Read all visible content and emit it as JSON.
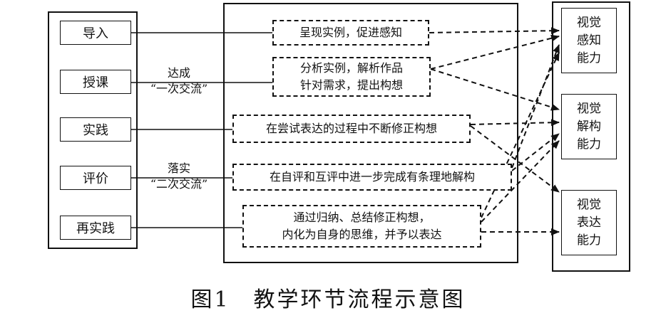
{
  "stages": [
    "导入",
    "授课",
    "实践",
    "评价",
    "再实践"
  ],
  "links": [
    {
      "line1": "达成",
      "line2": "“一次交流”"
    },
    {
      "line1": "落实",
      "line2": "“二次交流”"
    }
  ],
  "activities": [
    {
      "lines": [
        "呈现实例，促进感知"
      ]
    },
    {
      "lines": [
        "分析实例，解析作品",
        "针对需求，提出构想"
      ]
    },
    {
      "lines": [
        "在尝试表达的过程中不断修正构想"
      ]
    },
    {
      "lines": [
        "在自评和互评中进一步完成有条理地解构"
      ]
    },
    {
      "lines": [
        "通过归纳、总结修正构想，",
        "内化为自身的思维，并予以表达"
      ]
    }
  ],
  "abilities": [
    {
      "lines": [
        "视觉",
        "感知",
        "能力"
      ]
    },
    {
      "lines": [
        "视觉",
        "解构",
        "能力"
      ]
    },
    {
      "lines": [
        "视觉",
        "表达",
        "能力"
      ]
    }
  ],
  "caption": "图1　教学环节流程示意图"
}
